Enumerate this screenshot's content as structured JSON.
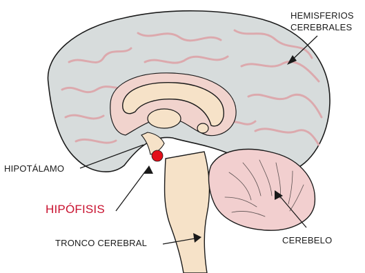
{
  "labels": {
    "hemisferios_line1": "HEMISFERIOS",
    "hemisferios_line2": "CEREBRALES",
    "hipotalamo": "HIPOTÁLAMO",
    "hipofisis": "HIPÓFISIS",
    "tronco": "TRONCO CEREBRAL",
    "cerebelo": "CEREBELO"
  },
  "colors": {
    "cortex": "#d7dcdc",
    "sulcus": "#dca9ad",
    "outline": "#1a1a1a",
    "inner": "#f6e2c8",
    "limbic": "#f1d3cd",
    "cerebellum": "#f2cfcf",
    "pituitary": "#e3101a",
    "highlight": "#c8102e"
  }
}
